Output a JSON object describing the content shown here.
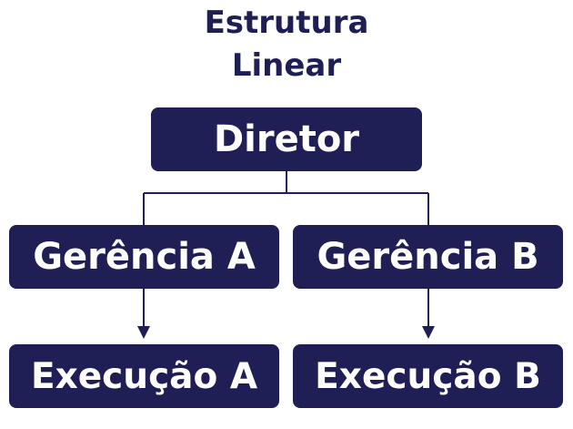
{
  "title": {
    "line1": "Estrutura",
    "line2": "Linear"
  },
  "nodes": {
    "director": "Diretor",
    "manager_a": "Gerência A",
    "manager_b": "Gerência B",
    "execution_a": "Execução A",
    "execution_b": "Execução B"
  },
  "colors": {
    "box_fill": "#1f1f55",
    "box_text": "#ffffff",
    "title_text": "#1f1f55",
    "connector": "#1f1f55"
  }
}
